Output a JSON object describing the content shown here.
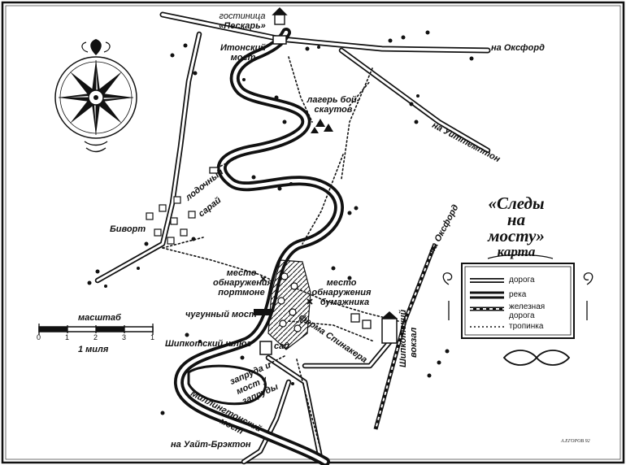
{
  "map": {
    "title": [
      "«Следы",
      "на",
      "мосту»",
      "карта"
    ],
    "labels": {
      "inn": "гостиница",
      "inn_name": "«Пескарь»",
      "eton_bridge_1": "Итонский",
      "eton_bridge_2": "мост",
      "to_oxford_road": "на Оксфорд",
      "camp_1": "лагерь бой-",
      "camp_2": "скаутов",
      "to_wittempton": "на Уиттемптон",
      "boathouse_1": "лодочный",
      "boathouse_2": "сарай",
      "bivort": "Биворт",
      "to_oxford_rail": "на Оксфорд",
      "wallet_place_1": "место",
      "wallet_place_2": "обнаружения",
      "wallet_place_3": "портмоне",
      "purse_place_1": "место",
      "purse_place_2": "обнаружения",
      "purse_place_3": "бумажника",
      "iron_bridge": "чугунный мост",
      "lock": "Шипкотский шлюз",
      "garden": "сад",
      "farm": "ферма Спинакера",
      "station_1": "Шипкотский",
      "station_2": "вокзал",
      "weir_1": "запруда и",
      "weir_2": "мост у",
      "weir_3": "запруды",
      "millington_1": "Миллингтонский",
      "millington_2": "мост",
      "to_white": "на Уайт-Брэктон"
    },
    "scale": {
      "title": "масштаб",
      "ticks": [
        "0",
        "1",
        "2",
        "3",
        "1"
      ],
      "unit": "1 миля"
    },
    "legend": {
      "road": "дорога",
      "river": "река",
      "rail_1": "железная",
      "rail_2": "дорога",
      "path": "тропинка"
    },
    "signature": "А.ЕГОРОВ 92"
  }
}
